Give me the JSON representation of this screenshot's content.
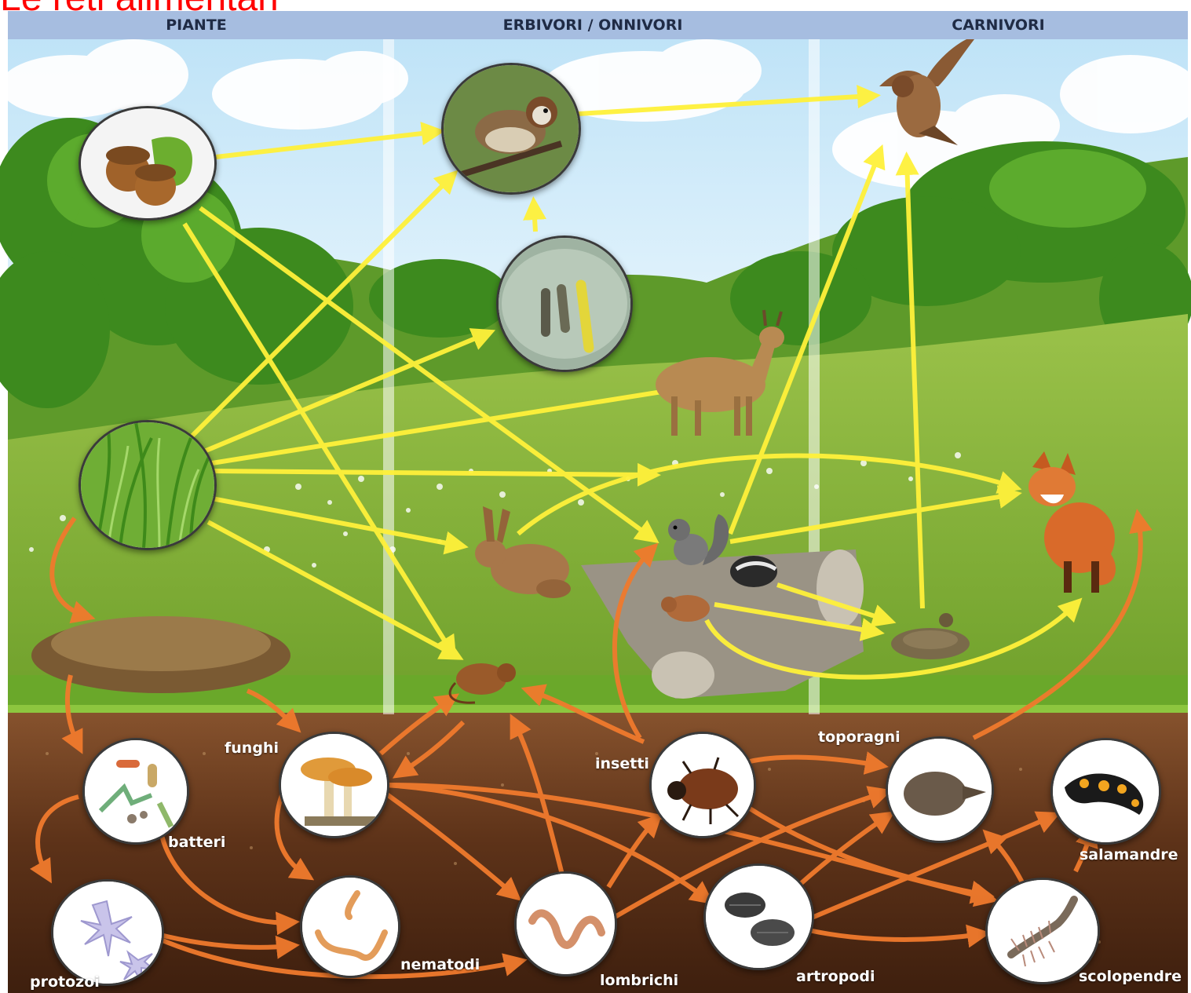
{
  "title": "Le reti alimentari",
  "header": {
    "columns": [
      {
        "label": "PIANTE"
      },
      {
        "label": "ERBIVORI / ONNIVORI"
      },
      {
        "label": "CARNIVORI"
      }
    ]
  },
  "soil_labels": {
    "funghi": "funghi",
    "batteri": "batteri",
    "insetti": "insetti",
    "toporagni": "toporagni",
    "salamandre": "salamandre",
    "protozoi": "protozoi",
    "nematodi": "nematodi",
    "lombrichi": "lombrichi",
    "artropodi": "artropodi",
    "scolopendre": "scolopendre"
  },
  "colors": {
    "header": "#a6bde0",
    "sky": "#ffffff",
    "meadow": "#8ab33a",
    "soil_top": "#7a4a2a",
    "soil_bottom": "#4a2612",
    "arrow_above": "#fff13a",
    "arrow_below": "#f07a2d",
    "title": "#ff0000"
  }
}
